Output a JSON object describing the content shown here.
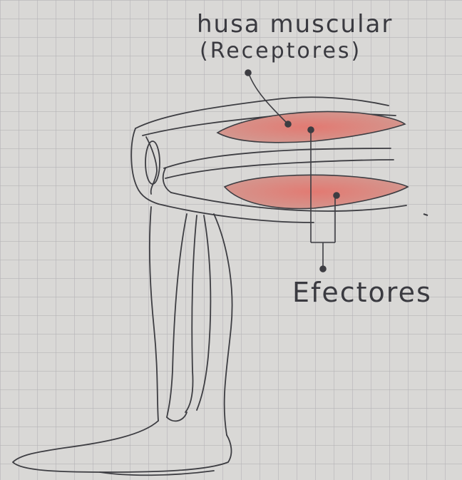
{
  "labels": {
    "receptor_title": "husa muscular",
    "receptor_subtitle": "(Receptores)",
    "effector": "Efectores"
  },
  "colors": {
    "paper": "#d9d8d6",
    "grid": "#b8b7b9",
    "pencil": "#3d3d42",
    "muscle_fill": "#d9776f"
  }
}
